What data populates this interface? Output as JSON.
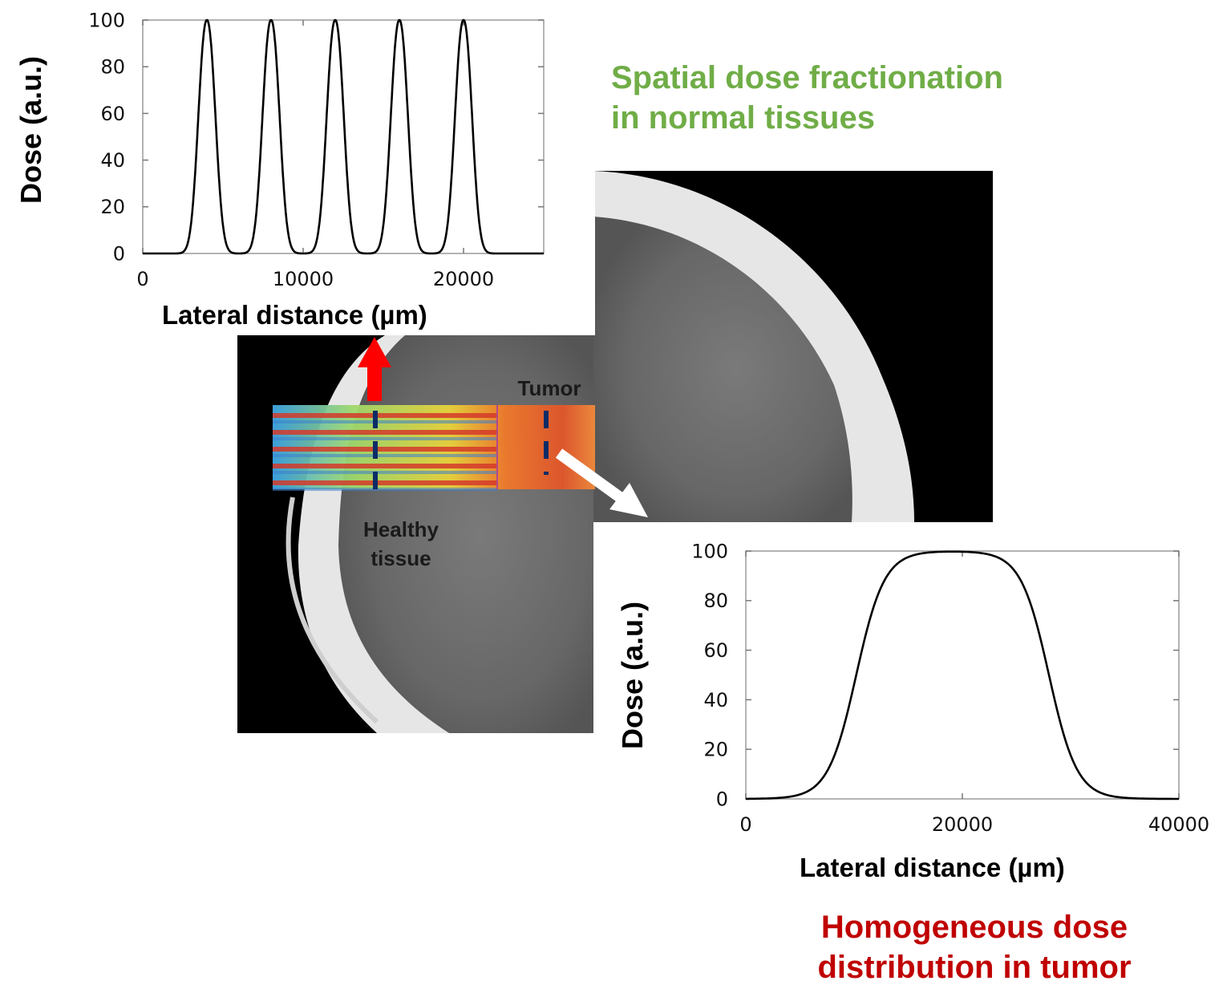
{
  "captions": {
    "top_right": [
      "Spatial dose fractionation",
      "in normal tissues"
    ],
    "bottom_right": [
      "Homogeneous dose",
      "distribution in tumor"
    ]
  },
  "image_labels": {
    "tumor": "Tumor",
    "healthy": [
      "Healthy",
      "tissue"
    ]
  },
  "colors": {
    "green_caption": "#70ad47",
    "red_caption": "#c00000",
    "red_arrow": "#ff0000",
    "white_arrow": "#ffffff",
    "dash_lines": "#0b2c66",
    "curve": "#000000"
  },
  "chart_data": [
    {
      "type": "line",
      "title": "",
      "xlabel": "Lateral distance (µm)",
      "ylabel": "Dose (a.u.)",
      "xlim": [
        0,
        25000
      ],
      "ylim": [
        0,
        100
      ],
      "xticks": [
        "0",
        "10000",
        "20000"
      ],
      "xtick_values": [
        0,
        10000,
        20000
      ],
      "yticks": [
        "0",
        "20",
        "40",
        "60",
        "80",
        "100"
      ],
      "ytick_values": [
        0,
        20,
        40,
        60,
        80,
        100
      ],
      "series": [
        {
          "peak_centers": [
            4000,
            8000,
            12000,
            16000,
            20000
          ],
          "peak_height": 100,
          "baseline": 0
        }
      ]
    },
    {
      "type": "line",
      "title": "",
      "xlabel": "Lateral distance (µm)",
      "ylabel": "Dose (a.u.)",
      "xlim": [
        0,
        40000
      ],
      "ylim": [
        0,
        100
      ],
      "xticks": [
        "0",
        "20000",
        "40000"
      ],
      "xtick_values": [
        0,
        20000,
        40000
      ],
      "yticks": [
        "0",
        "20",
        "40",
        "60",
        "80",
        "100"
      ],
      "ytick_values": [
        0,
        20,
        40,
        60,
        80,
        100
      ],
      "series": [
        {
          "plateau_start": 14500,
          "plateau_end": 24000,
          "rise_50": 10200,
          "fall_50": 28000,
          "peak_height": 100,
          "baseline": 0
        }
      ]
    }
  ]
}
